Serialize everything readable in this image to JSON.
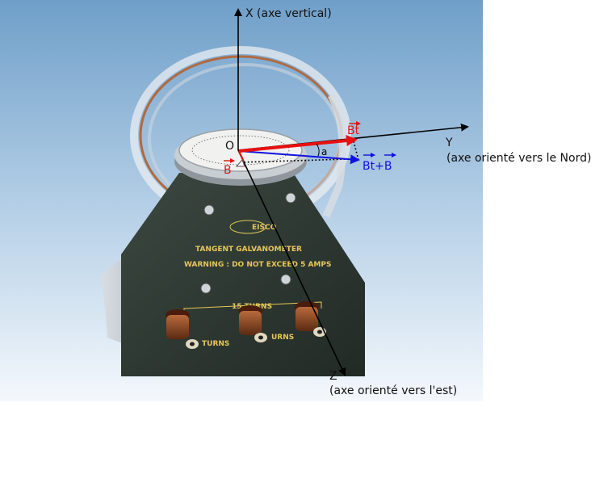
{
  "axes": {
    "x_label": "X (axe vertical)",
    "y_label": "Y",
    "y_caption": "(axe orienté vers le Nord)",
    "z_label": "Z",
    "z_caption": "(axe orienté vers l'est)"
  },
  "points": {
    "origin": "O"
  },
  "vectors": {
    "bt": {
      "label": "Bt",
      "color": "#e81010"
    },
    "b": {
      "label": "B",
      "color": "#e81010"
    },
    "sum": {
      "label": "Bt+B",
      "color": "#1010e0"
    }
  },
  "angle_label": "a",
  "device": {
    "brand": "EISCO",
    "name": "TANGENT GALVANOMETER",
    "warning": "WARNING : DO NOT EXCEED 5 AMPS",
    "terminal_center": "15 TURNS",
    "terminal_left": "TURNS",
    "terminal_right": "URNS"
  },
  "colors": {
    "axis": "#000000",
    "red_vector": "#e81010",
    "blue_vector": "#1010e0",
    "plate": "#2f3a32"
  }
}
